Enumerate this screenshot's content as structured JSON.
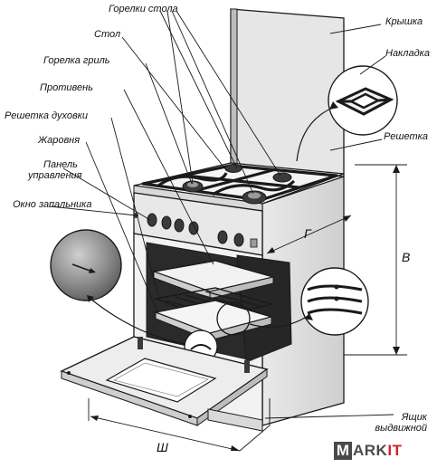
{
  "labels": {
    "gorelki_stola": "Горелки стола",
    "stol": "Стол",
    "gorelka_gril": "Горелка гриль",
    "protiven": "Противень",
    "reshetka_duhovki": "Решетка духовки",
    "zharovnya": "Жаровня",
    "panel_line1": "Панель",
    "panel_line2": "управления",
    "okno_zapalnika": "Окно запальника",
    "kryshka": "Крышка",
    "nakladka": "Накладка",
    "reshetka": "Решетка",
    "yashchik_line1": "Ящик",
    "yashchik_line2": "выдвижной"
  },
  "dimensions": {
    "height": "В",
    "depth": "Г",
    "width": "Ш"
  },
  "logo": {
    "m": "M",
    "ark": "ARK",
    "it": "IT"
  },
  "colors": {
    "line": "#1a1a1a",
    "grey_dark": "#3a3a3a",
    "grey_mid": "#8a8a8a",
    "grey_light": "#d8d8d8",
    "logo_grey": "#4a4a4a",
    "logo_red": "#d0232a"
  }
}
